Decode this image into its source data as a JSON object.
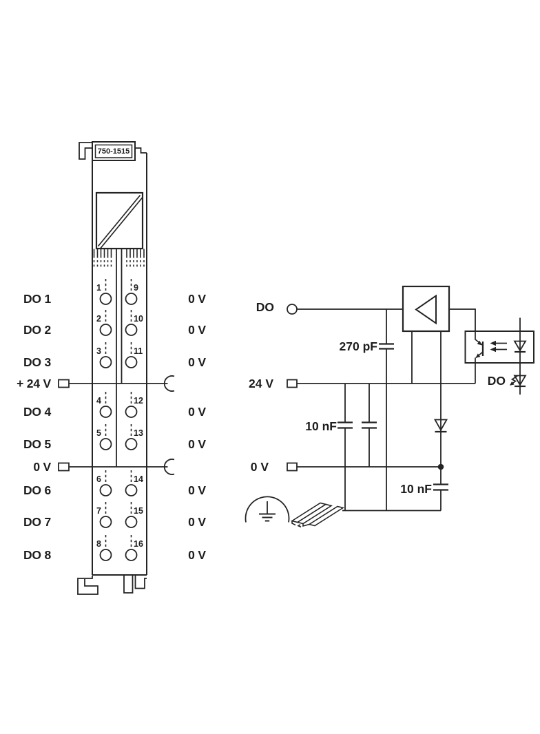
{
  "module": {
    "part_number": "750-1515",
    "channel_rows": [
      {
        "left_label": "DO 1",
        "left_terminal": "1",
        "right_terminal": "9",
        "right_label": "0 V"
      },
      {
        "left_label": "DO 2",
        "left_terminal": "2",
        "right_terminal": "10",
        "right_label": "0 V"
      },
      {
        "left_label": "DO 3",
        "left_terminal": "3",
        "right_terminal": "11",
        "right_label": "0 V"
      },
      {
        "left_label": "DO 4",
        "left_terminal": "4",
        "right_terminal": "12",
        "right_label": "0 V"
      },
      {
        "left_label": "DO 5",
        "left_terminal": "5",
        "right_terminal": "13",
        "right_label": "0 V"
      },
      {
        "left_label": "DO 6",
        "left_terminal": "6",
        "right_terminal": "14",
        "right_label": "0 V"
      },
      {
        "left_label": "DO 7",
        "left_terminal": "7",
        "right_terminal": "15",
        "right_label": "0 V"
      },
      {
        "left_label": "DO 8",
        "left_terminal": "8",
        "right_terminal": "16",
        "right_label": "0 V"
      }
    ],
    "power_rows": [
      {
        "label": "+ 24 V"
      },
      {
        "label": "0 V"
      }
    ]
  },
  "schematic": {
    "input_label": "DO",
    "supply_label": "24 V",
    "ground_label": "0 V",
    "cap_filter": "270 pF",
    "cap_supply": "10 nF",
    "cap_output": "10 nF",
    "status_led_label": "DO"
  },
  "colors": {
    "ink": "#242424",
    "background": "#ffffff"
  }
}
